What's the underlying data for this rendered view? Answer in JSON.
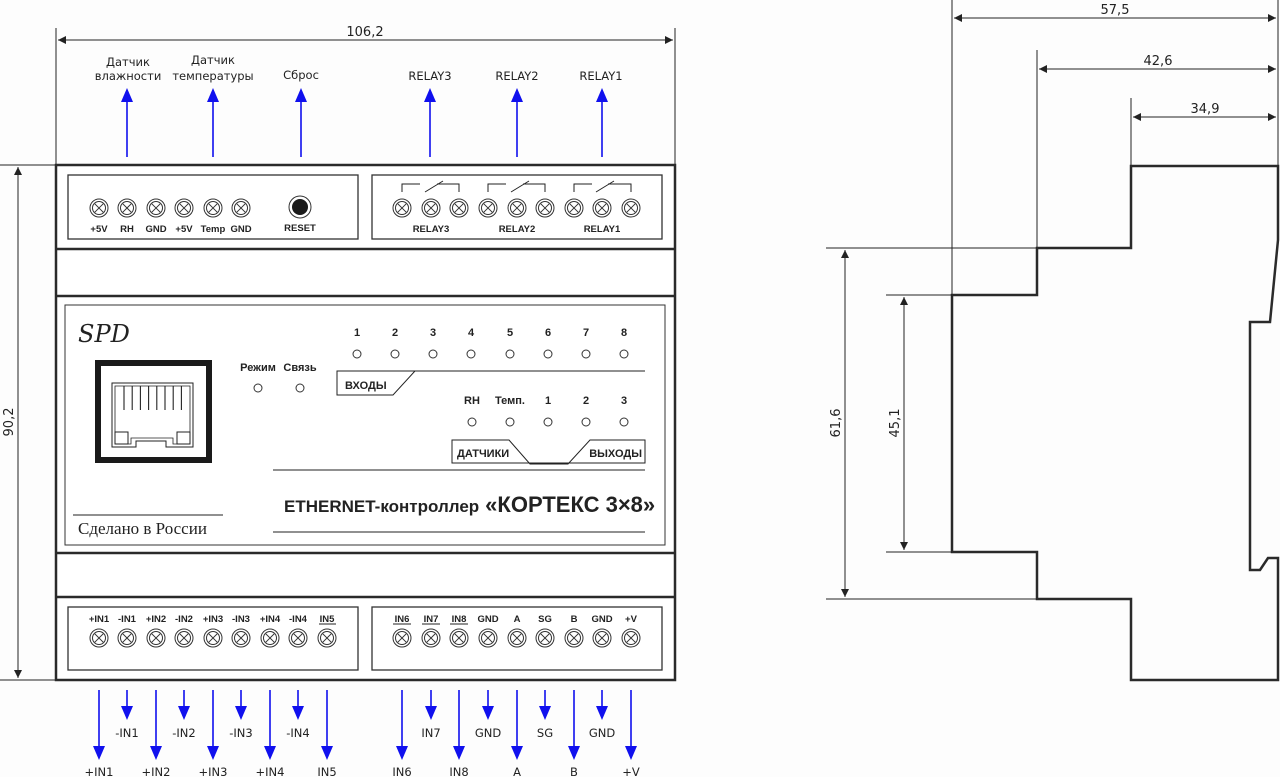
{
  "dimensions": {
    "width_total": "106,2",
    "height_total": "90,2",
    "depth_total": "57,5",
    "depth_mid": "42,6",
    "depth_front": "34,9",
    "height_mid": "61,6",
    "height_front": "45,1"
  },
  "top_annotations": {
    "humidity_sensor": [
      "Датчик",
      "влажности"
    ],
    "temperature_sensor": [
      "Датчик",
      "температуры"
    ],
    "reset": "Сброс",
    "relay3": "RELAY3",
    "relay2": "RELAY2",
    "relay1": "RELAY1"
  },
  "top_left_terminals": [
    "+5V",
    "RH",
    "GND",
    "+5V",
    "Temp",
    "GND"
  ],
  "reset_label": "RESET",
  "relay_labels": [
    "RELAY3",
    "RELAY2",
    "RELAY1"
  ],
  "front_panel": {
    "logo": "SPD",
    "mode_label": "Режим",
    "link_label": "Связь",
    "inputs_numbers": [
      "1",
      "2",
      "3",
      "4",
      "5",
      "6",
      "7",
      "8"
    ],
    "inputs_tag": "ВХОДЫ",
    "sensor_labels": [
      "RH",
      "Темп."
    ],
    "output_numbers": [
      "1",
      "2",
      "3"
    ],
    "sensors_tag": "ДАТЧИКИ",
    "outputs_tag": "ВЫХОДЫ",
    "title_prefix": "ETHERNET-контроллер",
    "title_name": "«КОРТЕКС 3×8»",
    "made_in": "Сделано в России"
  },
  "bottom_left_terminals": [
    "+IN1",
    "-IN1",
    "+IN2",
    "-IN2",
    "+IN3",
    "-IN3",
    "+IN4",
    "-IN4",
    "IN5"
  ],
  "bottom_right_terminals": [
    "IN6",
    "IN7",
    "IN8",
    "GND",
    "A",
    "SG",
    "B",
    "GND",
    "+V"
  ],
  "bottom_annotations_left": {
    "long": [
      "+IN1",
      "+IN2",
      "+IN3",
      "+IN4",
      "IN5"
    ],
    "short": [
      "-IN1",
      "-IN2",
      "-IN3",
      "-IN4"
    ]
  },
  "bottom_annotations_right": {
    "long": [
      "IN6",
      "IN8",
      "A",
      "B",
      "+V"
    ],
    "short": [
      "IN7",
      "GND",
      "SG",
      "GND"
    ]
  },
  "colors": {
    "arrow": "#1010ee",
    "line": "#222222"
  }
}
